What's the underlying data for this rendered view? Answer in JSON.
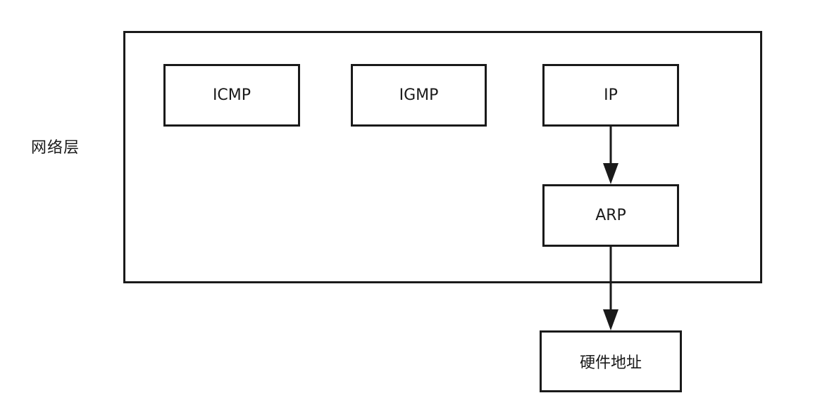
{
  "layer_label": "网络层",
  "nodes": {
    "icmp": "ICMP",
    "igmp": "IGMP",
    "ip": "IP",
    "arp": "ARP",
    "hardware_address": "硬件地址"
  },
  "edges": [
    {
      "from": "IP",
      "to": "ARP"
    },
    {
      "from": "ARP",
      "to": "硬件地址"
    }
  ],
  "colors": {
    "stroke": "#1a1a1a",
    "background": "#ffffff"
  }
}
